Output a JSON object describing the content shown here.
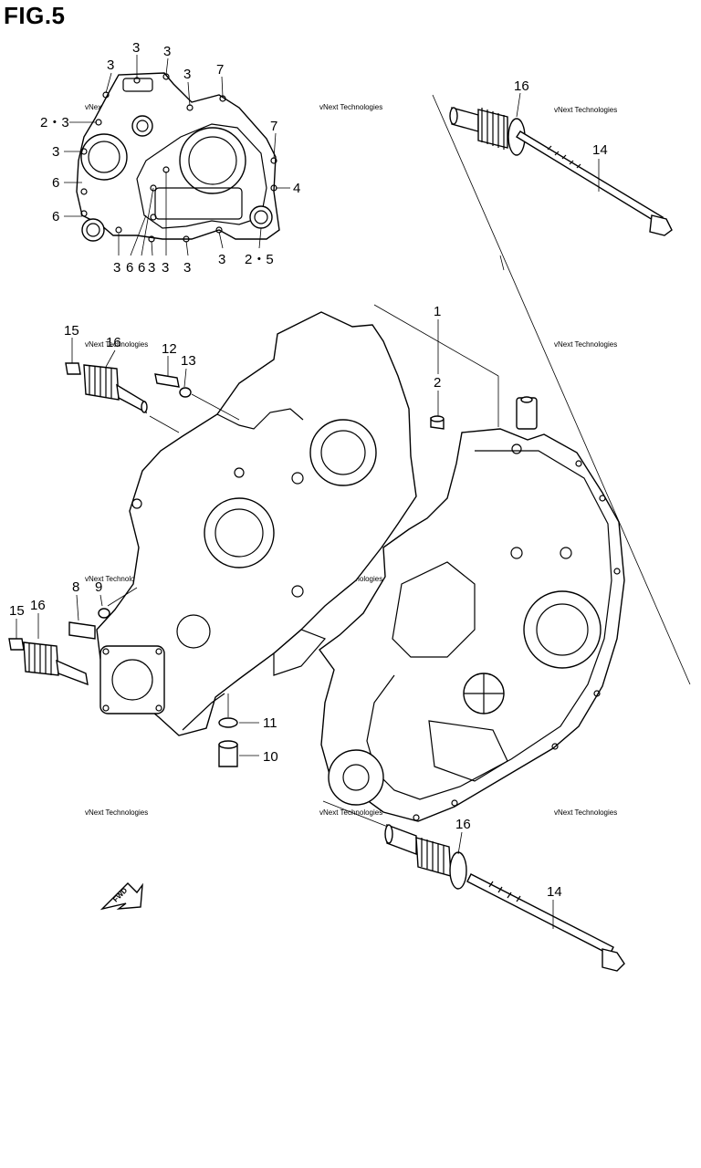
{
  "figure": {
    "title": "FIG.5"
  },
  "watermark": "vNext Technologies",
  "fwd_label": "FWD",
  "callouts": {
    "top_cover": [
      "3",
      "3",
      "3",
      "3",
      "7",
      "2・3",
      "3",
      "7",
      "6",
      "4",
      "6",
      "3",
      "6",
      "6",
      "3",
      "3",
      "3",
      "3",
      "2・5"
    ],
    "bolt_top_right": [
      "16",
      "14"
    ],
    "crankcase": [
      "1",
      "2",
      "15",
      "16",
      "12",
      "13",
      "15",
      "16",
      "8",
      "9",
      "11",
      "10"
    ],
    "bolt_bottom_right": [
      "16",
      "14"
    ]
  }
}
